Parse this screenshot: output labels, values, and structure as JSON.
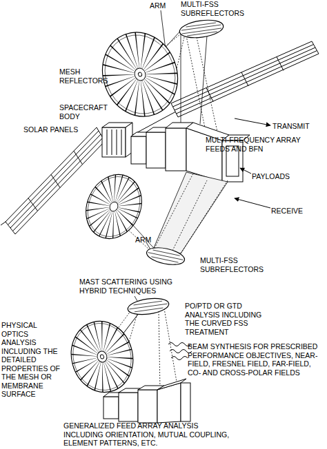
{
  "diagram": {
    "labels": [
      "ARM",
      "MULTI-FSS SUBREFLECTORS",
      "MESH REFLECTORS",
      "SPACECRAFT BODY",
      "SOLAR PANELS",
      "TRANSMIT",
      "MULTI-FREQUENCY ARRAY FEEDS AND BFN",
      "PAYLOADS",
      "RECEIVE",
      "ARM",
      "MULTI-FSS SUBREFLECTORS",
      "MAST SCATTERING USING HYBRID TECHNIQUES",
      "PO/PTD OR GTD ANALYSIS INCLUDING THE CURVED FSS TREATMENT",
      "PHYSICAL OPTICS ANALYSIS INCLUDING THE DETAILED PROPERTIES OF THE MESH OR MEMBRANE SURFACE",
      "BEAM SYNTHESIS FOR PRESCRIBED PERFORMANCE OBJECTIVES, NEAR-FIELD, FRESNEL FIELD, FAR-FIELD, CO- AND CROSS-POLAR FIELDS",
      "GENERALIZED FEED ARRAY ANALYSIS INCLUDING ORIENTATION, MUTUAL COUPLING, ELEMENT PATTERNS, ETC."
    ]
  }
}
